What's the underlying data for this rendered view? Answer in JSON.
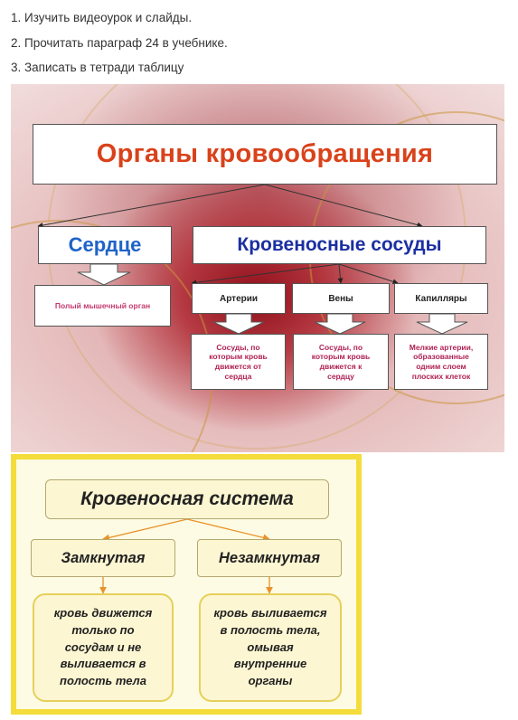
{
  "instructions": [
    "1. Изучить видеоурок и слайды.",
    "2. Прочитать параграф 24 в учебнике.",
    "3. Записать в тетради таблицу"
  ],
  "diagram1": {
    "title": "Органы кровообращения",
    "heart": {
      "label": "Сердце",
      "description": "Полый мышечный орган"
    },
    "vessels": {
      "label": "Кровеносные сосуды",
      "types": [
        {
          "label": "Артерии",
          "description": "Сосуды, по\nкоторым кровь\nдвижется от\nсердца"
        },
        {
          "label": "Вены",
          "description": "Сосуды, по\nкоторым кровь\nдвижется к\nсердцу"
        },
        {
          "label": "Капилляры",
          "description": "Мелкие артерии,\nобразованные\nодним слоем\nплоских клеток"
        }
      ]
    },
    "colors": {
      "title": "#d9421a",
      "heart": "#1f63c9",
      "vessels": "#1b2fa1",
      "descriptions": "#b02255"
    }
  },
  "diagram2": {
    "title": "Кровеносная система",
    "types": [
      {
        "label": "Замкнутая",
        "description": "кровь движется\nтолько по\nсосудам и не\nвыливается в\nполость тела"
      },
      {
        "label": "Незамкнутая",
        "description": "кровь выливается\nв полость тела,\nомывая\nвнутренние\nорганы"
      }
    ],
    "colors": {
      "frame": "#f4dc3a",
      "arrows": "#e8922a"
    }
  }
}
